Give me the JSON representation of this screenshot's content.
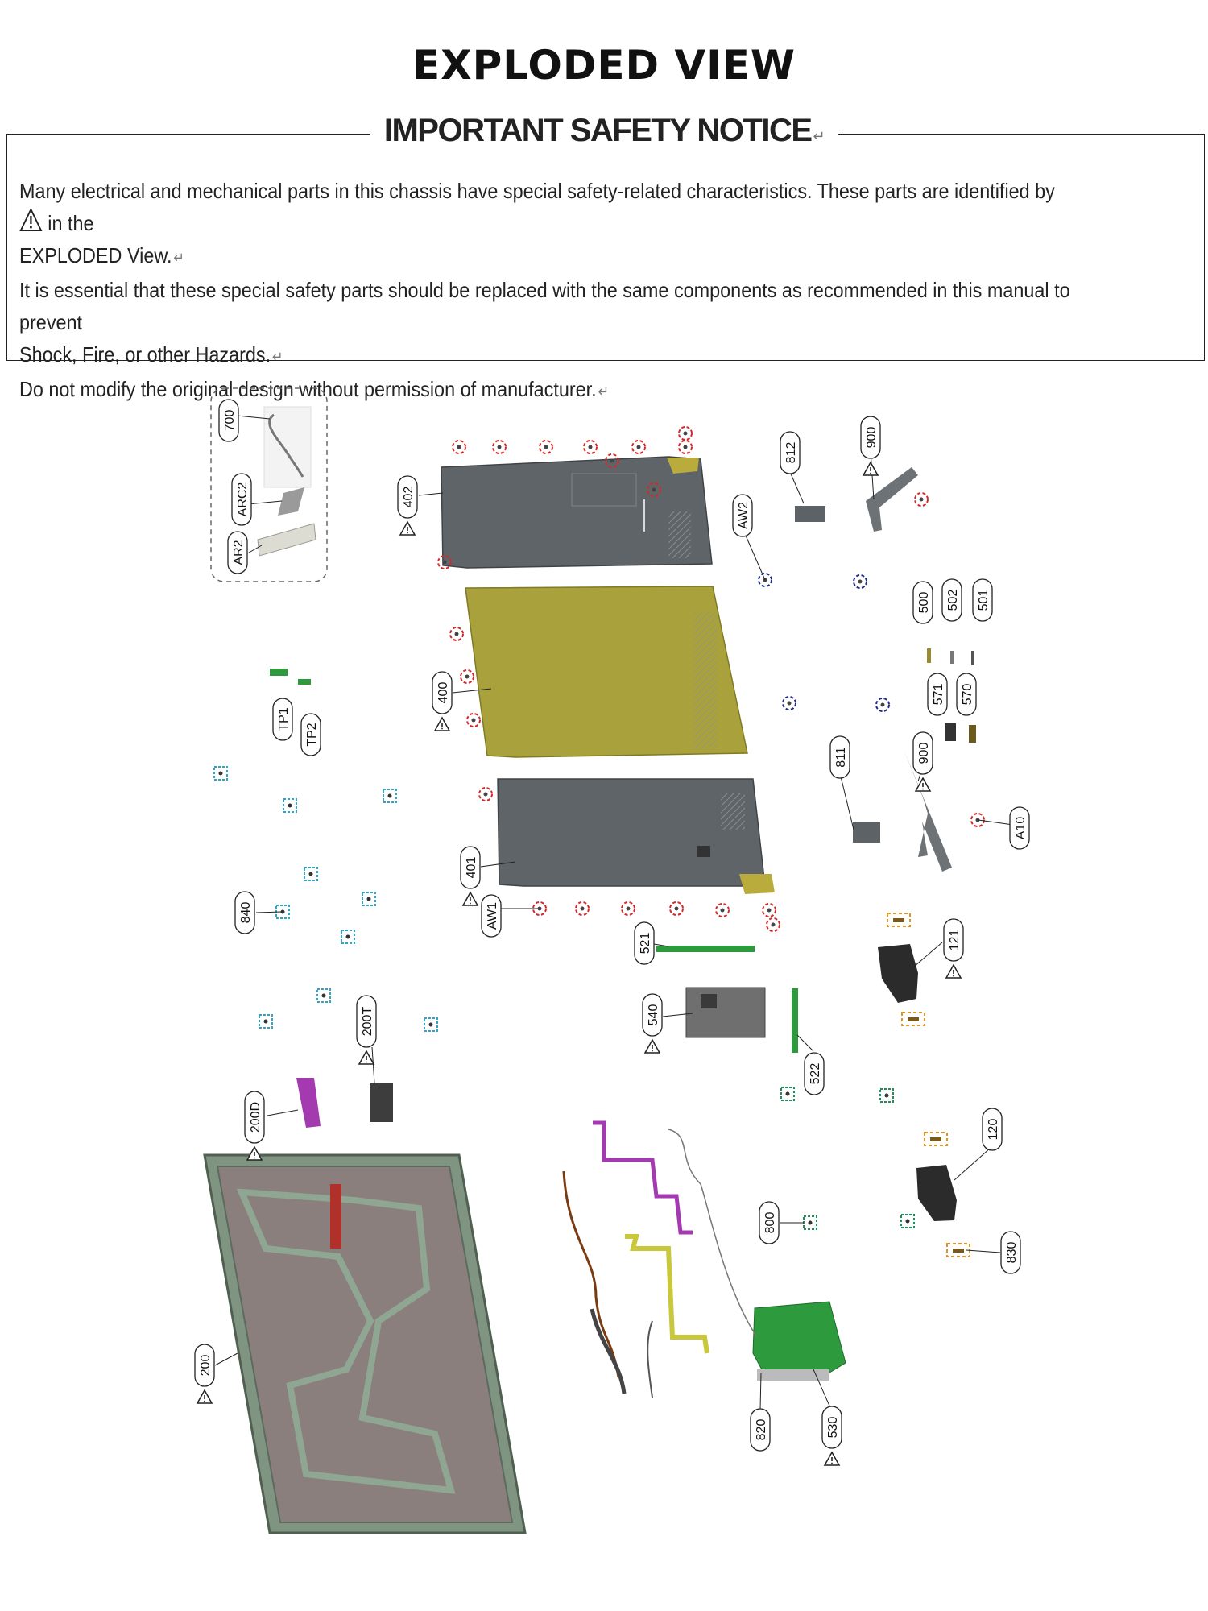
{
  "title": "EXPLODED VIEW",
  "notice": {
    "heading": "IMPORTANT SAFETY NOTICE",
    "return_mark": "↵",
    "line1a": "Many electrical and mechanical parts in this chassis have special safety-related characteristics. These parts are identified by",
    "line1b": "in the",
    "line2": "EXPLODED View.",
    "line3": "It is essential that these special safety parts should be replaced with the same components as recommended in this manual to prevent",
    "line4": "Shock, Fire, or other Hazards.",
    "line5": "Do not modify the original design without permission of manufacturer."
  },
  "callouts": {
    "c700": "700",
    "cARC2": "ARC2",
    "cAR2": "AR2",
    "c402": "402",
    "c400": "400",
    "c401": "401",
    "cAW2": "AW2",
    "cAW1": "AW1",
    "c812": "812",
    "c900a": "900",
    "c900b": "900",
    "c500": "500",
    "c502": "502",
    "c501": "501",
    "c571": "571",
    "c570": "570",
    "c811": "811",
    "cA10": "A10",
    "cTP1": "TP1",
    "cTP2": "TP2",
    "c840": "840",
    "c200T": "200T",
    "c200D": "200D",
    "c200": "200",
    "c521": "521",
    "c540": "540",
    "c522": "522",
    "c121": "121",
    "c120": "120",
    "c800": "800",
    "c830": "830",
    "c820": "820",
    "c530": "530"
  },
  "colors": {
    "panel_dark": "#5d6266",
    "panel_olive": "#a9a23c",
    "board_green": "#2e9a3e",
    "frame_green": "#6f8471",
    "screw_red": "#d12a2a",
    "screw_cyan": "#2aa6c9",
    "screw_navy": "#202a8a",
    "screw_orange": "#e0952a",
    "screw_teal": "#1f8f5a",
    "cable_magenta": "#a43ab0",
    "cable_yellow": "#c9c73a",
    "cable_brown": "#7a3b12"
  },
  "icons": [
    "warning-triangle-icon"
  ]
}
